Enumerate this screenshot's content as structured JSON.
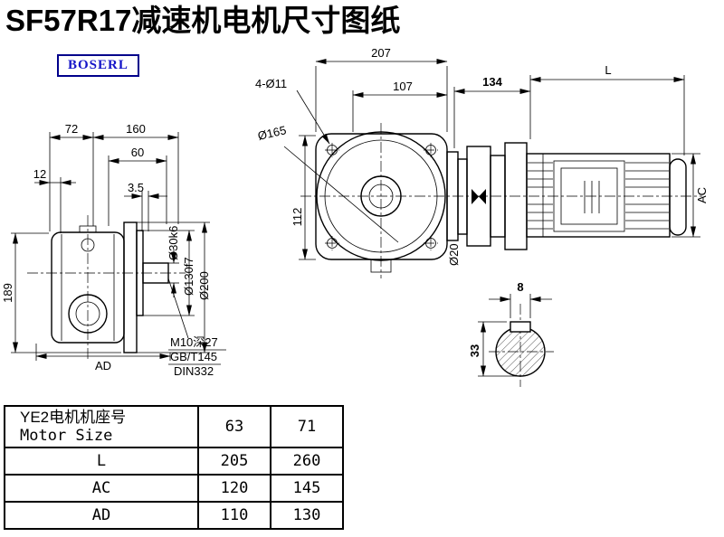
{
  "title": "SF57R17减速机电机尺寸图纸",
  "logo": "BOSERL",
  "front_view": {
    "dim_72": "72",
    "dim_160": "160",
    "dim_60": "60",
    "dim_12": "12",
    "dim_3_5": "3.5",
    "dim_189": "189",
    "dim_AD": "AD",
    "shaft_dia": "Ø30k6",
    "spigot_dia": "Ø130f7",
    "flange_dia": "Ø200",
    "tap_note_1": "M10深27",
    "tap_note_2": "GB/T145",
    "tap_note_3": "DIN332"
  },
  "side_view": {
    "dim_207": "207",
    "holes_note": "4-Ø11",
    "dim_107": "107",
    "dim_134": "134",
    "dim_L": "L",
    "flange_circle": "Ø165",
    "dim_112": "112",
    "dim_20": "Ø20",
    "dim_AC": "AC"
  },
  "key_section": {
    "dim_8": "8",
    "dim_33": "33"
  },
  "table": {
    "header_line1": "YE2电机机座号",
    "header_line2": "Motor Size",
    "sizes": [
      "63",
      "71"
    ],
    "rows": [
      {
        "label": "L",
        "values": [
          "205",
          "260"
        ]
      },
      {
        "label": "AC",
        "values": [
          "120",
          "145"
        ]
      },
      {
        "label": "AD",
        "values": [
          "110",
          "130"
        ]
      }
    ]
  }
}
